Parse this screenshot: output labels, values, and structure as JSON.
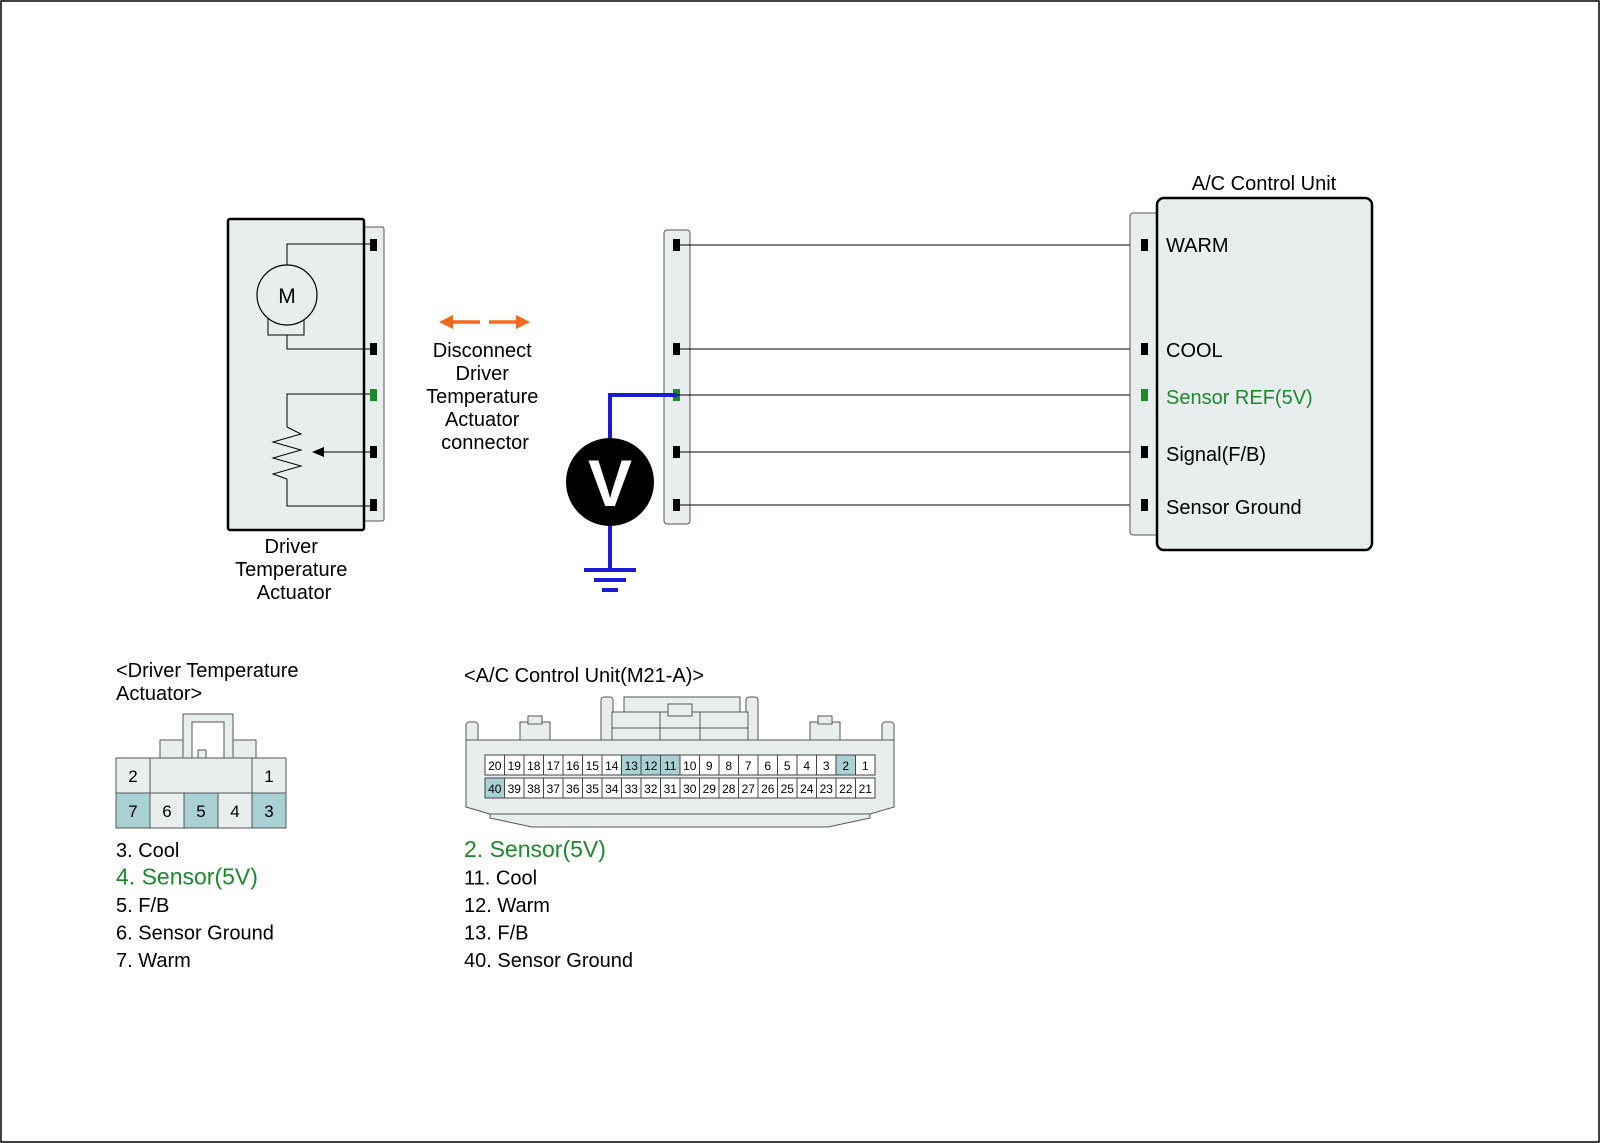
{
  "colors": {
    "fill_light": "#e8eeee",
    "fill_teal": "#a9d1d4",
    "sensor_green": "#1a8a2a",
    "meter_wire": "#1b1bd6",
    "arrow_orange": "#f26a1b",
    "pin_black": "#000000"
  },
  "actuator": {
    "label_lines": [
      "Driver",
      "Temperature",
      "Actuator"
    ],
    "motor_symbol": "M"
  },
  "disconnect_note": {
    "lines": [
      "Disconnect",
      "Driver",
      "Temperature",
      "Actuator",
      "connector"
    ]
  },
  "meter": {
    "symbol": "V"
  },
  "ac_unit": {
    "title": "A/C Control Unit",
    "terminals": [
      {
        "label": "WARM",
        "highlight": false
      },
      {
        "label": "COOL",
        "highlight": false
      },
      {
        "label": "Sensor REF(5V)",
        "highlight": true
      },
      {
        "label": "Signal(F/B)",
        "highlight": false
      },
      {
        "label": "Sensor Ground",
        "highlight": false
      }
    ]
  },
  "actuator_connector": {
    "title_lines": [
      "<Driver Temperature",
      "Actuator>"
    ],
    "top_pins": [
      "2",
      "1"
    ],
    "bottom_pins": [
      "7",
      "6",
      "5",
      "4",
      "3"
    ],
    "highlighted_pins": [
      "7",
      "5",
      "3"
    ],
    "pin_list": [
      {
        "text": "3. Cool",
        "highlight": false
      },
      {
        "text": "4. Sensor(5V)",
        "highlight": true
      },
      {
        "text": "5. F/B",
        "highlight": false
      },
      {
        "text": "6. Sensor Ground",
        "highlight": false
      },
      {
        "text": "7. Warm",
        "highlight": false
      }
    ]
  },
  "ac_connector": {
    "title": "<A/C Control Unit(M21-A)>",
    "top_row": [
      "20",
      "19",
      "18",
      "17",
      "16",
      "15",
      "14",
      "13",
      "12",
      "11",
      "10",
      "9",
      "8",
      "7",
      "6",
      "5",
      "4",
      "3",
      "2",
      "1"
    ],
    "bottom_row": [
      "40",
      "39",
      "38",
      "37",
      "36",
      "35",
      "34",
      "33",
      "32",
      "31",
      "30",
      "29",
      "28",
      "27",
      "26",
      "25",
      "24",
      "23",
      "22",
      "21"
    ],
    "highlighted_pins": [
      "13",
      "12",
      "11",
      "2",
      "40"
    ],
    "pin_list": [
      {
        "text": "2. Sensor(5V)",
        "highlight": true
      },
      {
        "text": "11. Cool",
        "highlight": false
      },
      {
        "text": "12. Warm",
        "highlight": false
      },
      {
        "text": "13. F/B",
        "highlight": false
      },
      {
        "text": "40. Sensor Ground",
        "highlight": false
      }
    ]
  }
}
